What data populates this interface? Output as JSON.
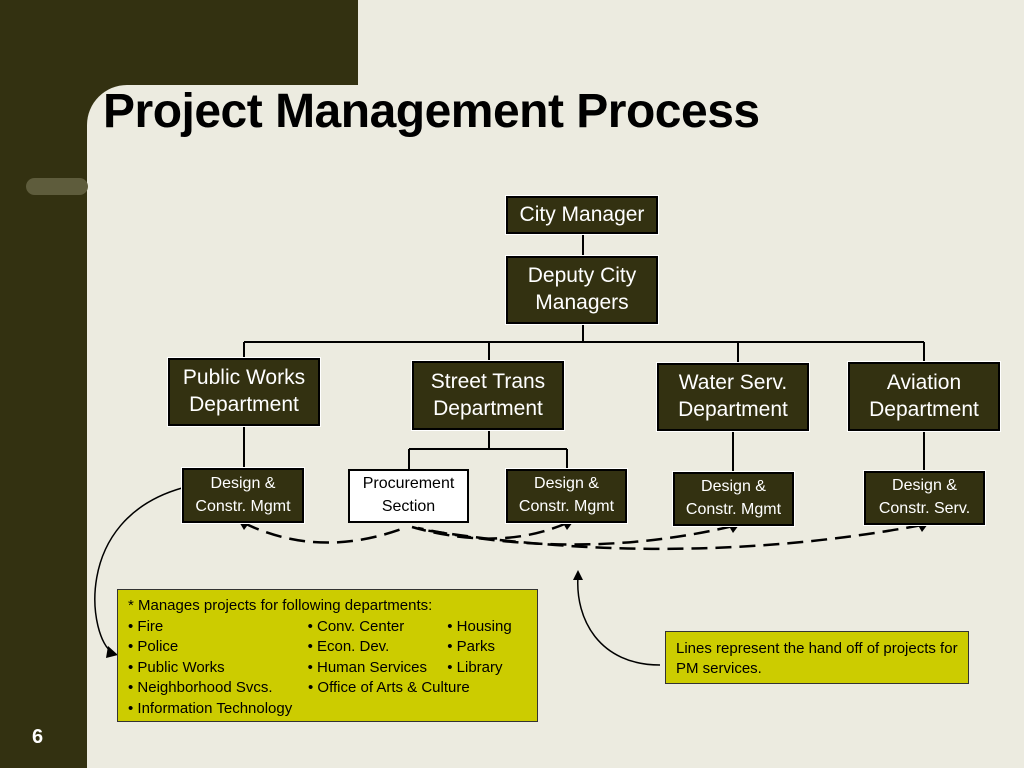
{
  "slide": {
    "title": "Project Management Process",
    "number": "6"
  },
  "org": {
    "city_manager": "City Manager",
    "deputy": "Deputy City\nManagers",
    "departments": [
      "Public Works\nDepartment",
      "Street Trans\nDepartment",
      "Water Serv.\nDepartment",
      "Aviation\nDepartment"
    ],
    "units": {
      "pw_design": "Design &\nConstr. Mgmt",
      "procurement": "Procurement\nSection",
      "st_design": "Design &\nConstr. Mgmt",
      "water_design": "Design &\nConstr. Mgmt",
      "aviation_design": "Design &\nConstr. Serv."
    }
  },
  "departments_note": {
    "heading": "*  Manages projects for following departments:",
    "rows": [
      [
        "• Fire",
        "Conv. Center",
        "Housing"
      ],
      [
        "• Police",
        "Econ. Dev.",
        "Parks"
      ],
      [
        "• Public Works",
        "Human Services",
        "Library"
      ],
      [
        "• Neighborhood Svcs.",
        "Office of Arts & Culture",
        ""
      ],
      [
        "• Information Technology",
        "",
        ""
      ]
    ]
  },
  "legend_note": {
    "text": "Lines represent the hand off of projects for PM services."
  },
  "colors": {
    "dark": "#333111",
    "background": "#ecebe0",
    "note_fill": "#cccc00"
  }
}
